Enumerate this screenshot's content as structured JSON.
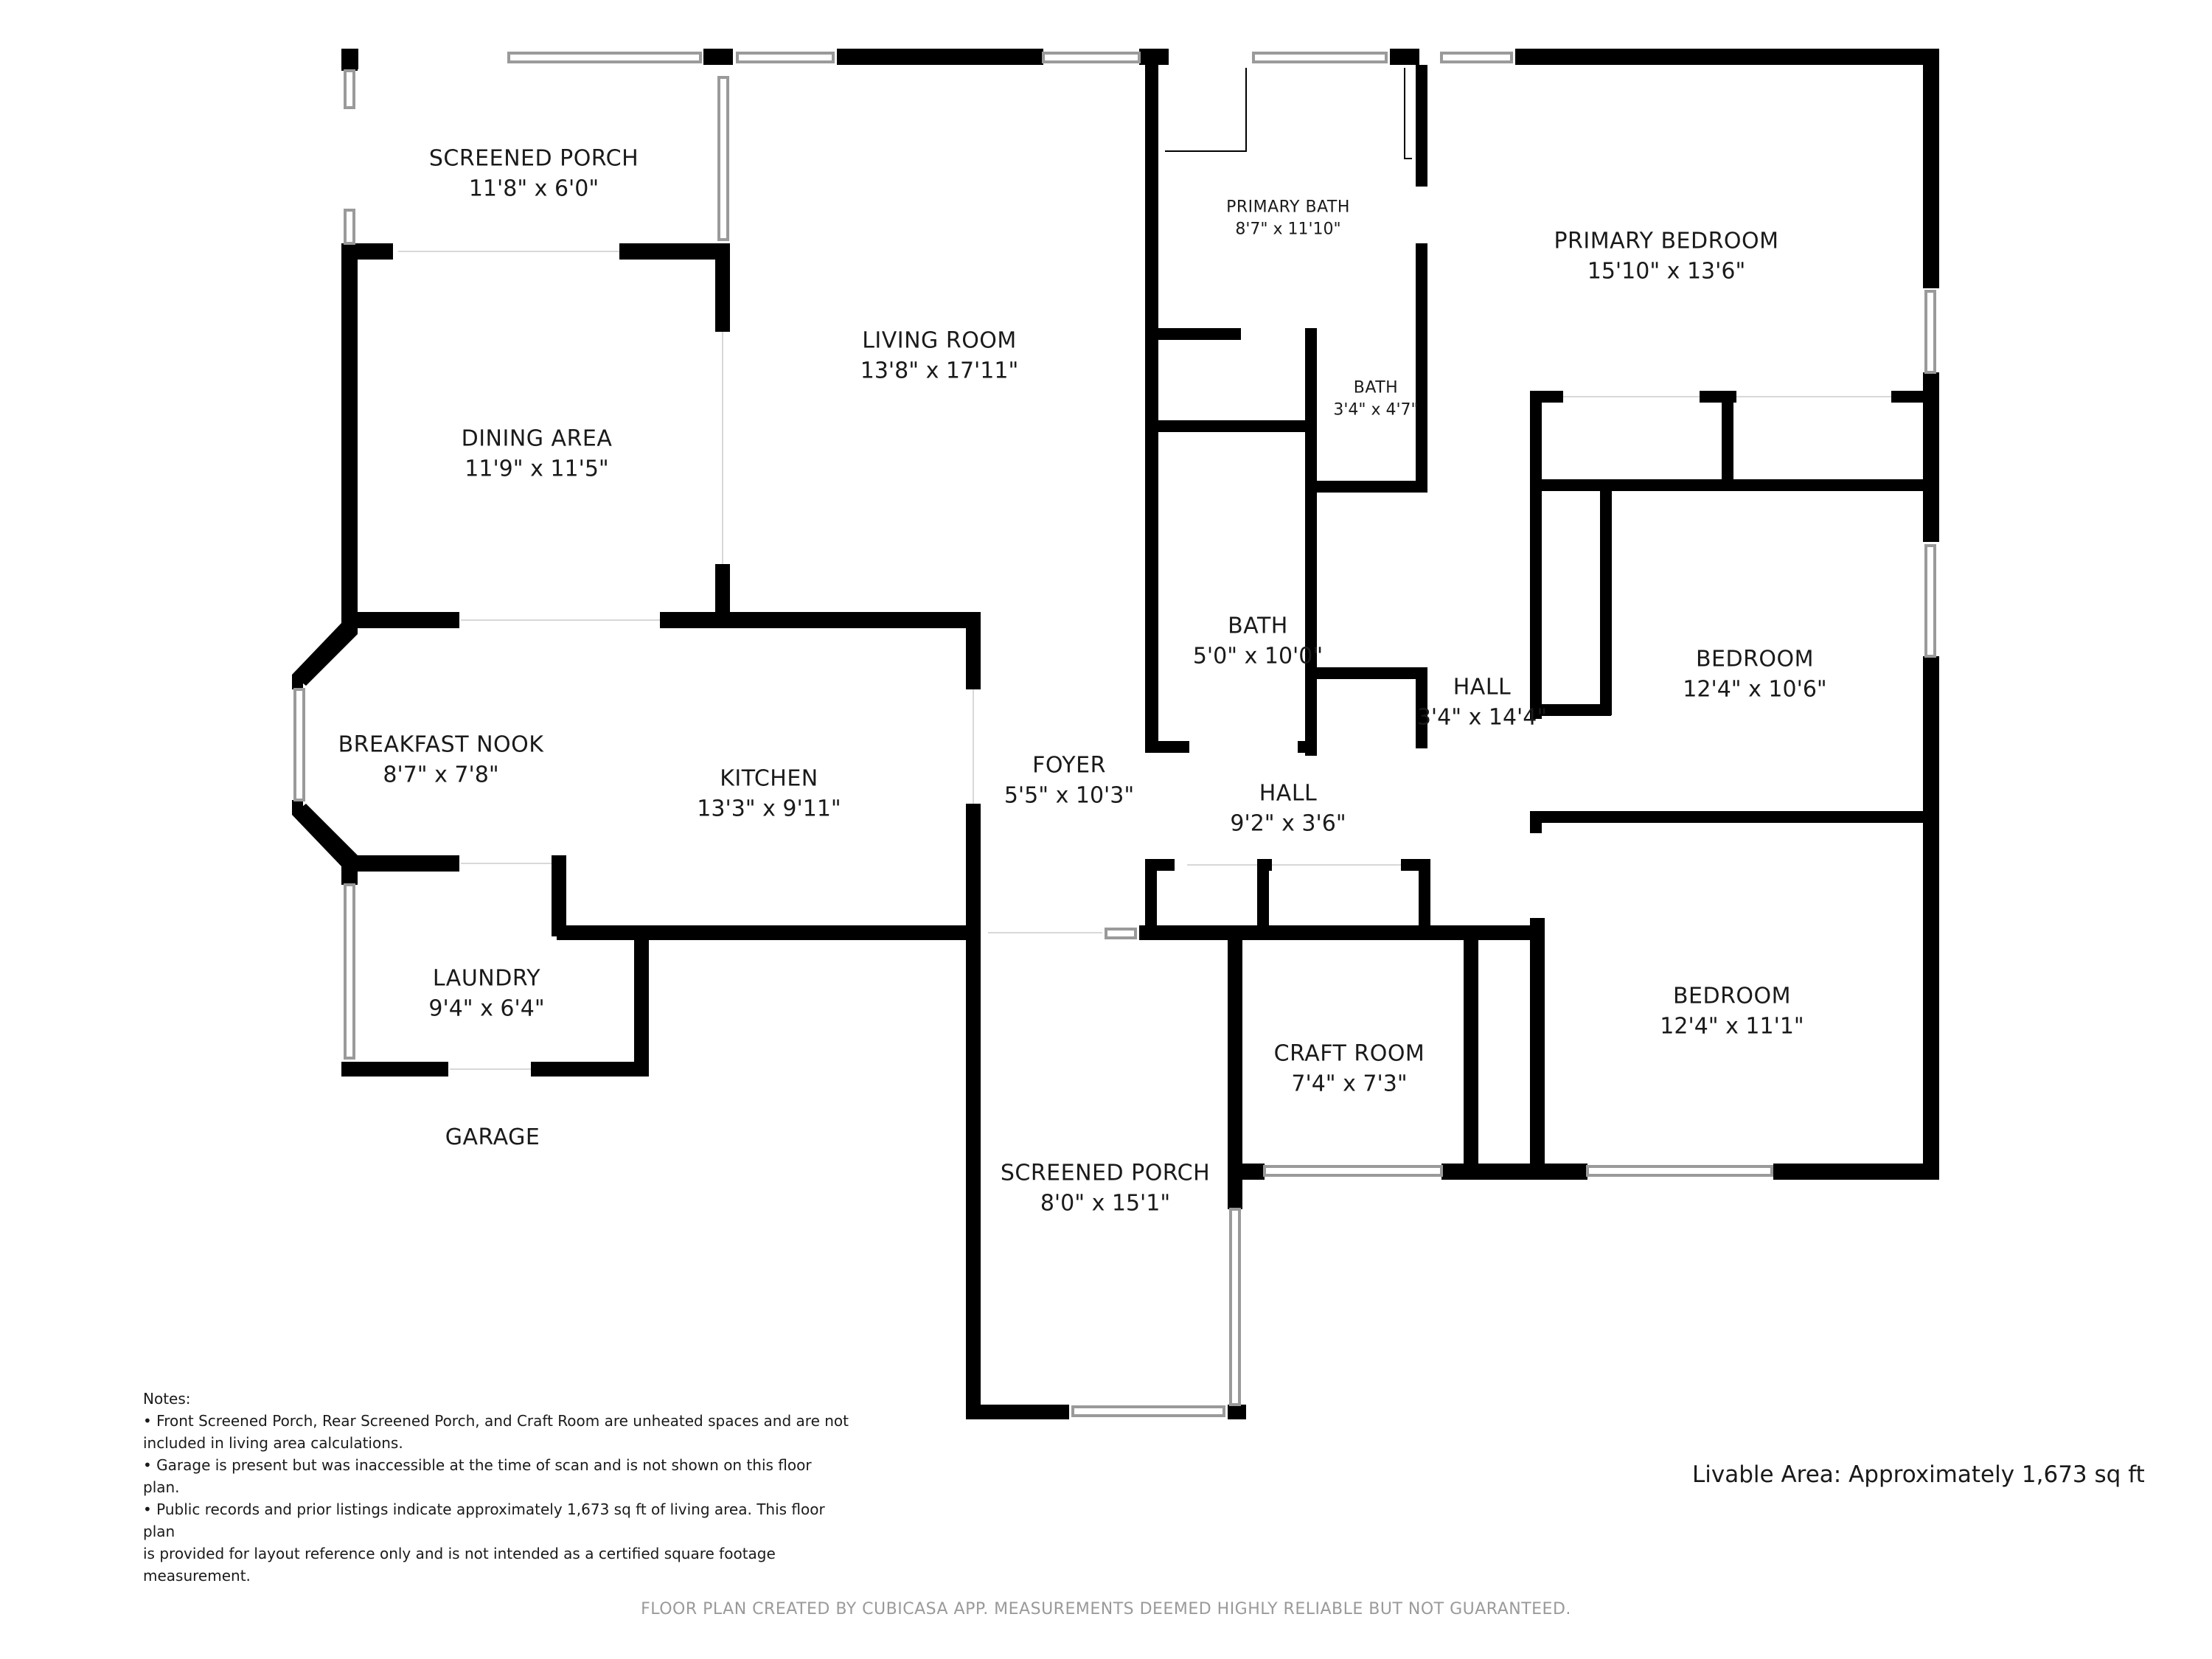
{
  "rooms": {
    "screened_porch_rear": {
      "name": "SCREENED PORCH",
      "dims": "11'8\" x 6'0\""
    },
    "dining_area": {
      "name": "DINING AREA",
      "dims": "11'9\" x 11'5\""
    },
    "living_room": {
      "name": "LIVING ROOM",
      "dims": "13'8\" x 17'11\""
    },
    "primary_bath": {
      "name": "PRIMARY BATH",
      "dims": "8'7\" x 11'10\""
    },
    "primary_bedroom": {
      "name": "PRIMARY BEDROOM",
      "dims": "15'10\" x 13'6\""
    },
    "bath_small": {
      "name": "BATH",
      "dims": "3'4\" x 4'7\""
    },
    "bath": {
      "name": "BATH",
      "dims": "5'0\" x 10'0\""
    },
    "hall_vertical": {
      "name": "HALL",
      "dims": "3'4\" x 14'4\""
    },
    "bedroom_upper": {
      "name": "BEDROOM",
      "dims": "12'4\" x 10'6\""
    },
    "breakfast_nook": {
      "name": "BREAKFAST NOOK",
      "dims": "8'7\" x 7'8\""
    },
    "kitchen": {
      "name": "KITCHEN",
      "dims": "13'3\" x 9'11\""
    },
    "foyer": {
      "name": "FOYER",
      "dims": "5'5\" x 10'3\""
    },
    "hall_horizontal": {
      "name": "HALL",
      "dims": "9'2\" x 3'6\""
    },
    "laundry": {
      "name": "LAUNDRY",
      "dims": "9'4\" x 6'4\""
    },
    "craft_room": {
      "name": "CRAFT ROOM",
      "dims": "7'4\" x 7'3\""
    },
    "bedroom_lower": {
      "name": "BEDROOM",
      "dims": "12'4\" x 11'1\""
    },
    "screened_porch_front": {
      "name": "SCREENED PORCH",
      "dims": "8'0\" x 15'1\""
    },
    "garage": {
      "name": "GARAGE"
    }
  },
  "notes": {
    "heading": "Notes:",
    "line1": "• Front Screened Porch, Rear Screened Porch, and Craft Room are unheated spaces and are not",
    "line2": "included in living area calculations.",
    "line3": "• Garage is present but was inaccessible at the time of scan and is not shown on this floor plan.",
    "line4": "• Public records and prior listings indicate approximately 1,673 sq ft of living area. This floor plan",
    "line5": "is provided for layout reference only and is not intended as a certified square footage",
    "line6": "measurement."
  },
  "livable_area": "Livable Area: Approximately 1,673 sq ft",
  "footer": "FLOOR PLAN CREATED BY CUBICASA APP. MEASUREMENTS DEEMED HIGHLY RELIABLE BUT NOT GUARANTEED.",
  "colors": {
    "wall": "#000000",
    "window": "#9a9a9a",
    "footer_text": "#9a9a9a"
  }
}
